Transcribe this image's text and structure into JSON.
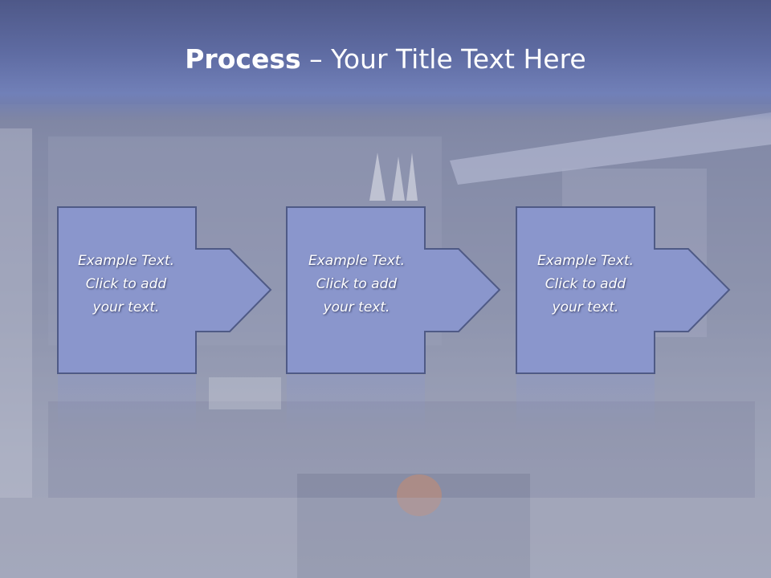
{
  "slide": {
    "title_bold": "Process",
    "title_rest": " – Your Title Text Here"
  },
  "process_steps": [
    {
      "text": "Example Text.\nClick  to add\nyour text."
    },
    {
      "text": "Example Text.\nClick  to add\nyour text."
    },
    {
      "text": "Example Text.\nClick  to add\nyour text."
    }
  ],
  "colors": {
    "title_band": "#5f6ca3",
    "step_fill": "#8a96cc",
    "step_stroke": "#4f5a86",
    "text": "#ffffff"
  }
}
